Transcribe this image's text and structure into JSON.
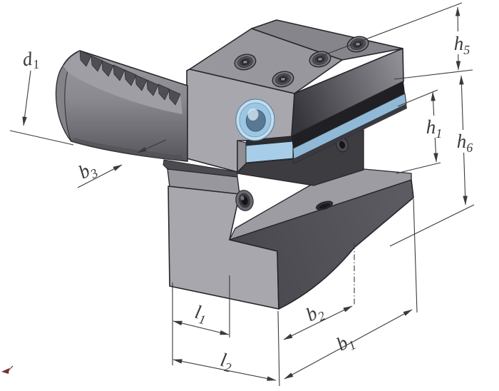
{
  "drawing": {
    "kind": "isometric technical drawing of a radial toolholder"
  },
  "dims": {
    "d1": {
      "letter": "d",
      "sub": "1"
    },
    "b3": {
      "letter": "b",
      "sub": "3"
    },
    "h5": {
      "letter": "h",
      "sub": "5"
    },
    "h1": {
      "letter": "h",
      "sub": "1"
    },
    "h6": {
      "letter": "h",
      "sub": "6"
    },
    "l1": {
      "letter": "l",
      "sub": "1"
    },
    "l2": {
      "letter": "l",
      "sub": "2"
    },
    "b2": {
      "letter": "b",
      "sub": "2"
    },
    "b1": {
      "letter": "b",
      "sub": "1"
    }
  },
  "colors": {
    "background": "#ffffff",
    "edge": "#26262b",
    "dim_color": "#3a3a3a",
    "label_color": "#3a3a3a",
    "body_light": "#a7a7ad",
    "body_top": "#97979d",
    "body_chamfer": "#85858b",
    "block_dark": "#4d4d53",
    "wall_dark": "#3c3c41",
    "ledge_gray": "#9c9ca2",
    "seat_blue": "#a8cde8",
    "seat_blue_right": "#8fb9d6",
    "hole_blue_rim": "#c2dcee",
    "hole_blue_mid": "#9cc6e2",
    "hole_blue_bore": "#587893",
    "cursor_red": "#7a2f2f"
  }
}
